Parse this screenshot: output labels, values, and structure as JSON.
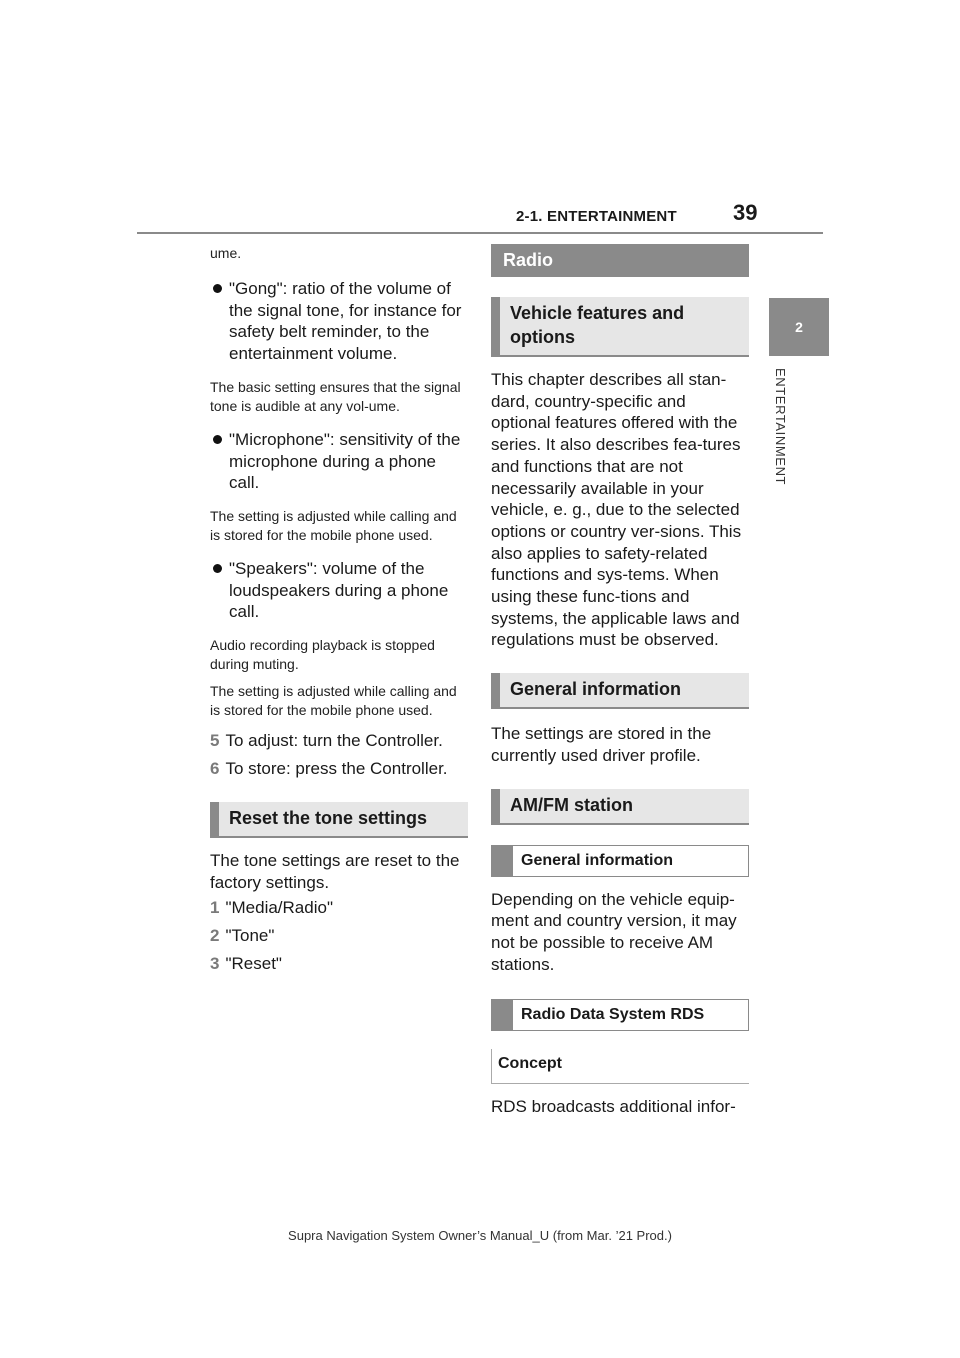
{
  "header": {
    "section": "2-1. ENTERTAINMENT",
    "page_number": "39",
    "tab_number": "2",
    "tab_label": "ENTERTAINMENT"
  },
  "left": {
    "cont": "ume.",
    "gong": "\"Gong\": ratio of the volume of the signal tone, for instance for safety belt reminder, to the entertainment volume.",
    "gong_note": "The basic setting ensures that the signal tone is audible at any vol-ume.",
    "mic": "\"Microphone\": sensitivity of the microphone during a phone call.",
    "mic_note": "The setting is adjusted while calling and is stored for the mobile phone used.",
    "spk": "\"Speakers\": volume of the loudspeakers during a phone call.",
    "spk_note1": "Audio recording playback is stopped during muting.",
    "spk_note2": "The setting is adjusted while calling and is stored for the mobile phone used.",
    "step5_num": "5",
    "step5": "To adjust: turn the Controller.",
    "step6_num": "6",
    "step6": "To store: press the Controller.",
    "reset_heading": "Reset the tone settings",
    "reset_text": "The tone settings are reset to the factory settings.",
    "r1_num": "1",
    "r1": "\"Media/Radio\"",
    "r2_num": "2",
    "r2": "\"Tone\"",
    "r3_num": "3",
    "r3": "\"Reset\""
  },
  "right": {
    "radio_heading": "Radio",
    "vehicle_heading": "Vehicle features and options",
    "vehicle_text": "This chapter describes all stan-dard, country-specific and optional features offered with the series. It also describes fea-tures and functions that are not necessarily available in your vehicle, e. g., due to the selected options or country ver-sions. This also applies to safety-related functions and sys-tems. When using these func-tions and systems, the applicable laws and regulations must be observed.",
    "general_heading": "General information",
    "general_text": "The settings are stored in the currently used driver profile.",
    "amfm_heading": "AM/FM station",
    "amfm_sub": "General information",
    "amfm_text": "Depending on the vehicle equip-ment and country version, it may not be possible to receive AM stations.",
    "rds_heading": "Radio Data System RDS",
    "concept_heading": "Concept",
    "concept_text": "RDS broadcasts additional infor-"
  },
  "footer": {
    "text": "Supra Navigation System Owner’s Manual_U (from Mar. ’21 Prod.)"
  }
}
